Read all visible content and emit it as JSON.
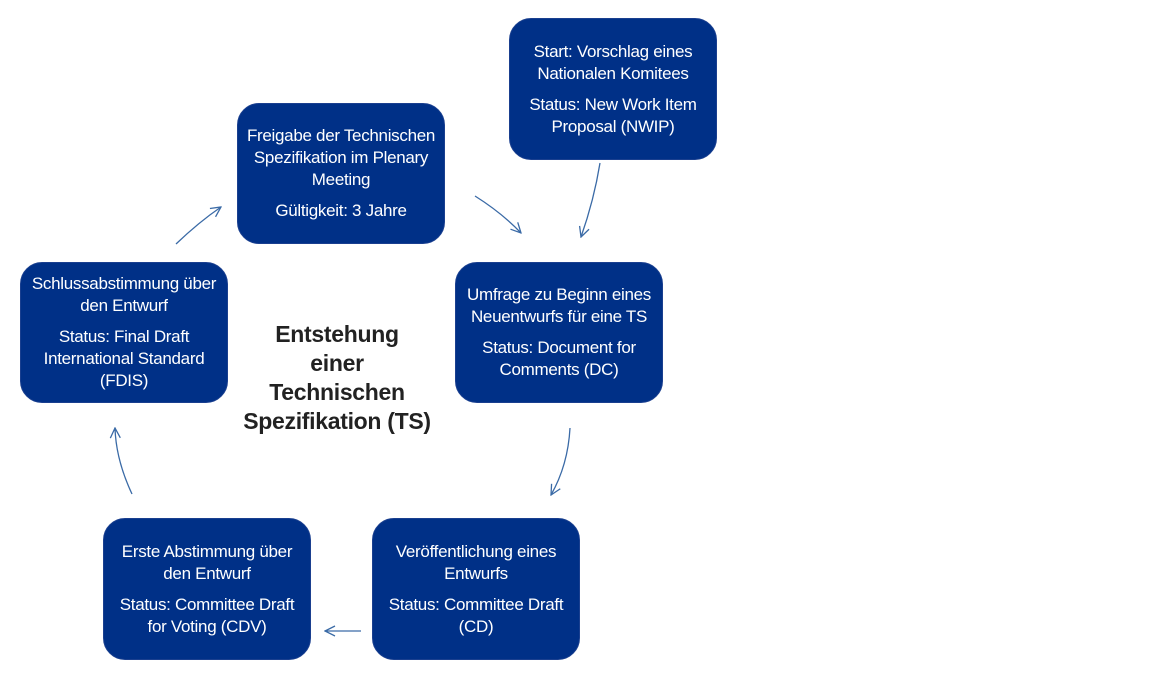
{
  "title_lines": [
    "Entstehung",
    "einer",
    "Technischen",
    "Spezifikation (TS)"
  ],
  "colors": {
    "box": "#003087",
    "text": "#ffffff",
    "arrow": "#3a6aa6",
    "title": "#222222"
  },
  "steps": [
    {
      "lines": [
        "Start: Vorschlag eines",
        "Nationalen Komitees"
      ],
      "status": [
        "Status: New Work Item",
        "Proposal (NWIP)"
      ]
    },
    {
      "lines": [
        "Umfrage zu Beginn eines",
        "Neuentwurfs für eine TS"
      ],
      "status": [
        "Status: Document for",
        "Comments (DC)"
      ]
    },
    {
      "lines": [
        "Veröffentlichung eines",
        "Entwurfs"
      ],
      "status": [
        "Status: Committee Draft",
        "(CD)"
      ]
    },
    {
      "lines": [
        "Erste Abstimmung über",
        "den Entwurf"
      ],
      "status": [
        "Status: Committee Draft",
        "for Voting (CDV)"
      ]
    },
    {
      "lines": [
        "Schlussabstimmung über",
        "den Entwurf"
      ],
      "status": [
        "Status: Final Draft",
        "International Standard",
        "(FDIS)"
      ]
    },
    {
      "lines": [
        "Freigabe der Technischen",
        "Spezifikation im Plenary",
        "Meeting"
      ],
      "status": [
        "Gültigkeit: 3 Jahre"
      ]
    }
  ]
}
